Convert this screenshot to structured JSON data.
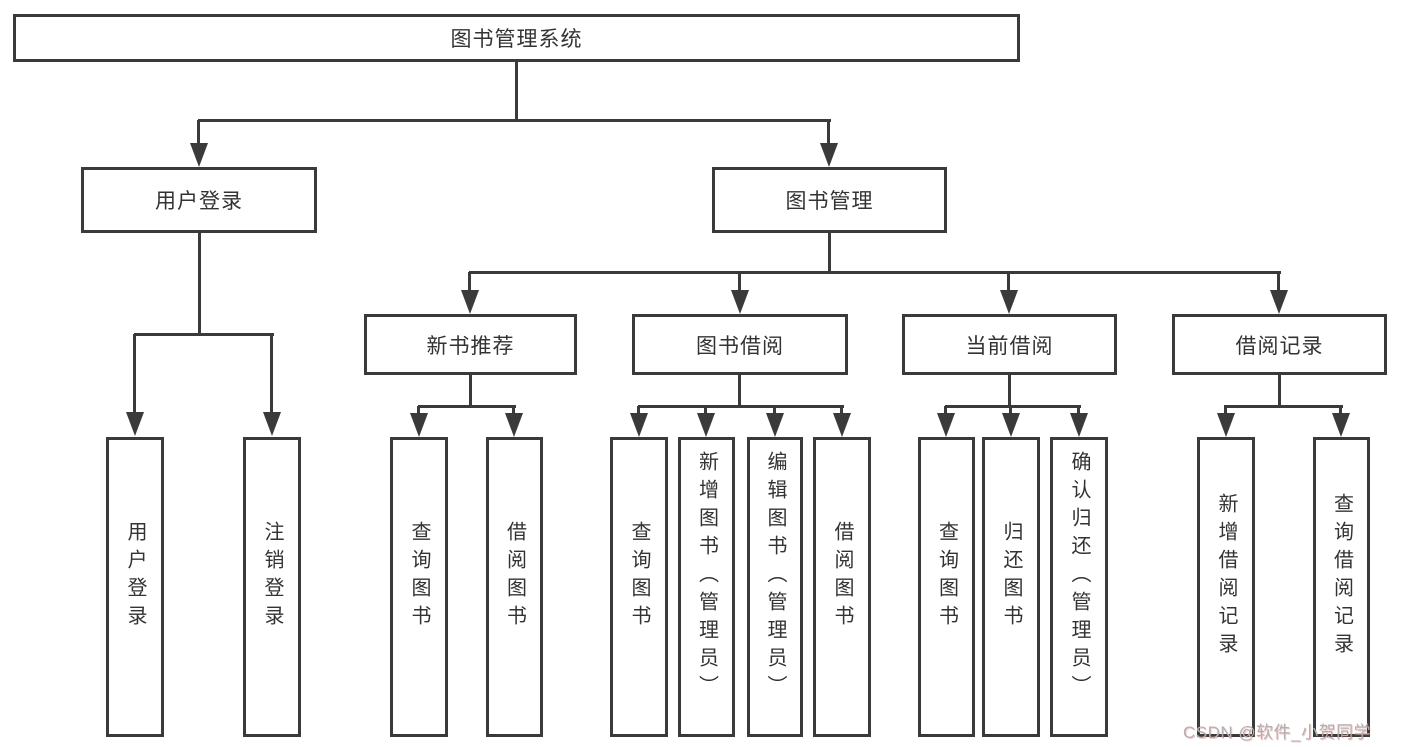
{
  "nodes": {
    "root": "图书管理系统",
    "user_login": "用户登录",
    "book_mgmt": "图书管理",
    "new_books": "新书推荐",
    "book_borrow": "图书借阅",
    "current_borrow": "当前借阅",
    "borrow_records": "借阅记录"
  },
  "leaves": {
    "user_login": [
      "用户登录",
      "注销登录"
    ],
    "new_books": [
      "查询图书",
      "借阅图书"
    ],
    "book_borrow": [
      "查询图书",
      "新增图书（管理员）",
      "编辑图书（管理员）",
      "借阅图书"
    ],
    "current_borrow": [
      "查询图书",
      "归还图书",
      "确认归还（管理员）"
    ],
    "borrow_records": [
      "新增借阅记录",
      "查询借阅记录"
    ]
  },
  "watermark": "CSDN @软件_小贺同学",
  "colors": {
    "line": "#3a3a3a",
    "text": "#333333",
    "background": "#ffffff",
    "watermark": "#b5afaf"
  }
}
